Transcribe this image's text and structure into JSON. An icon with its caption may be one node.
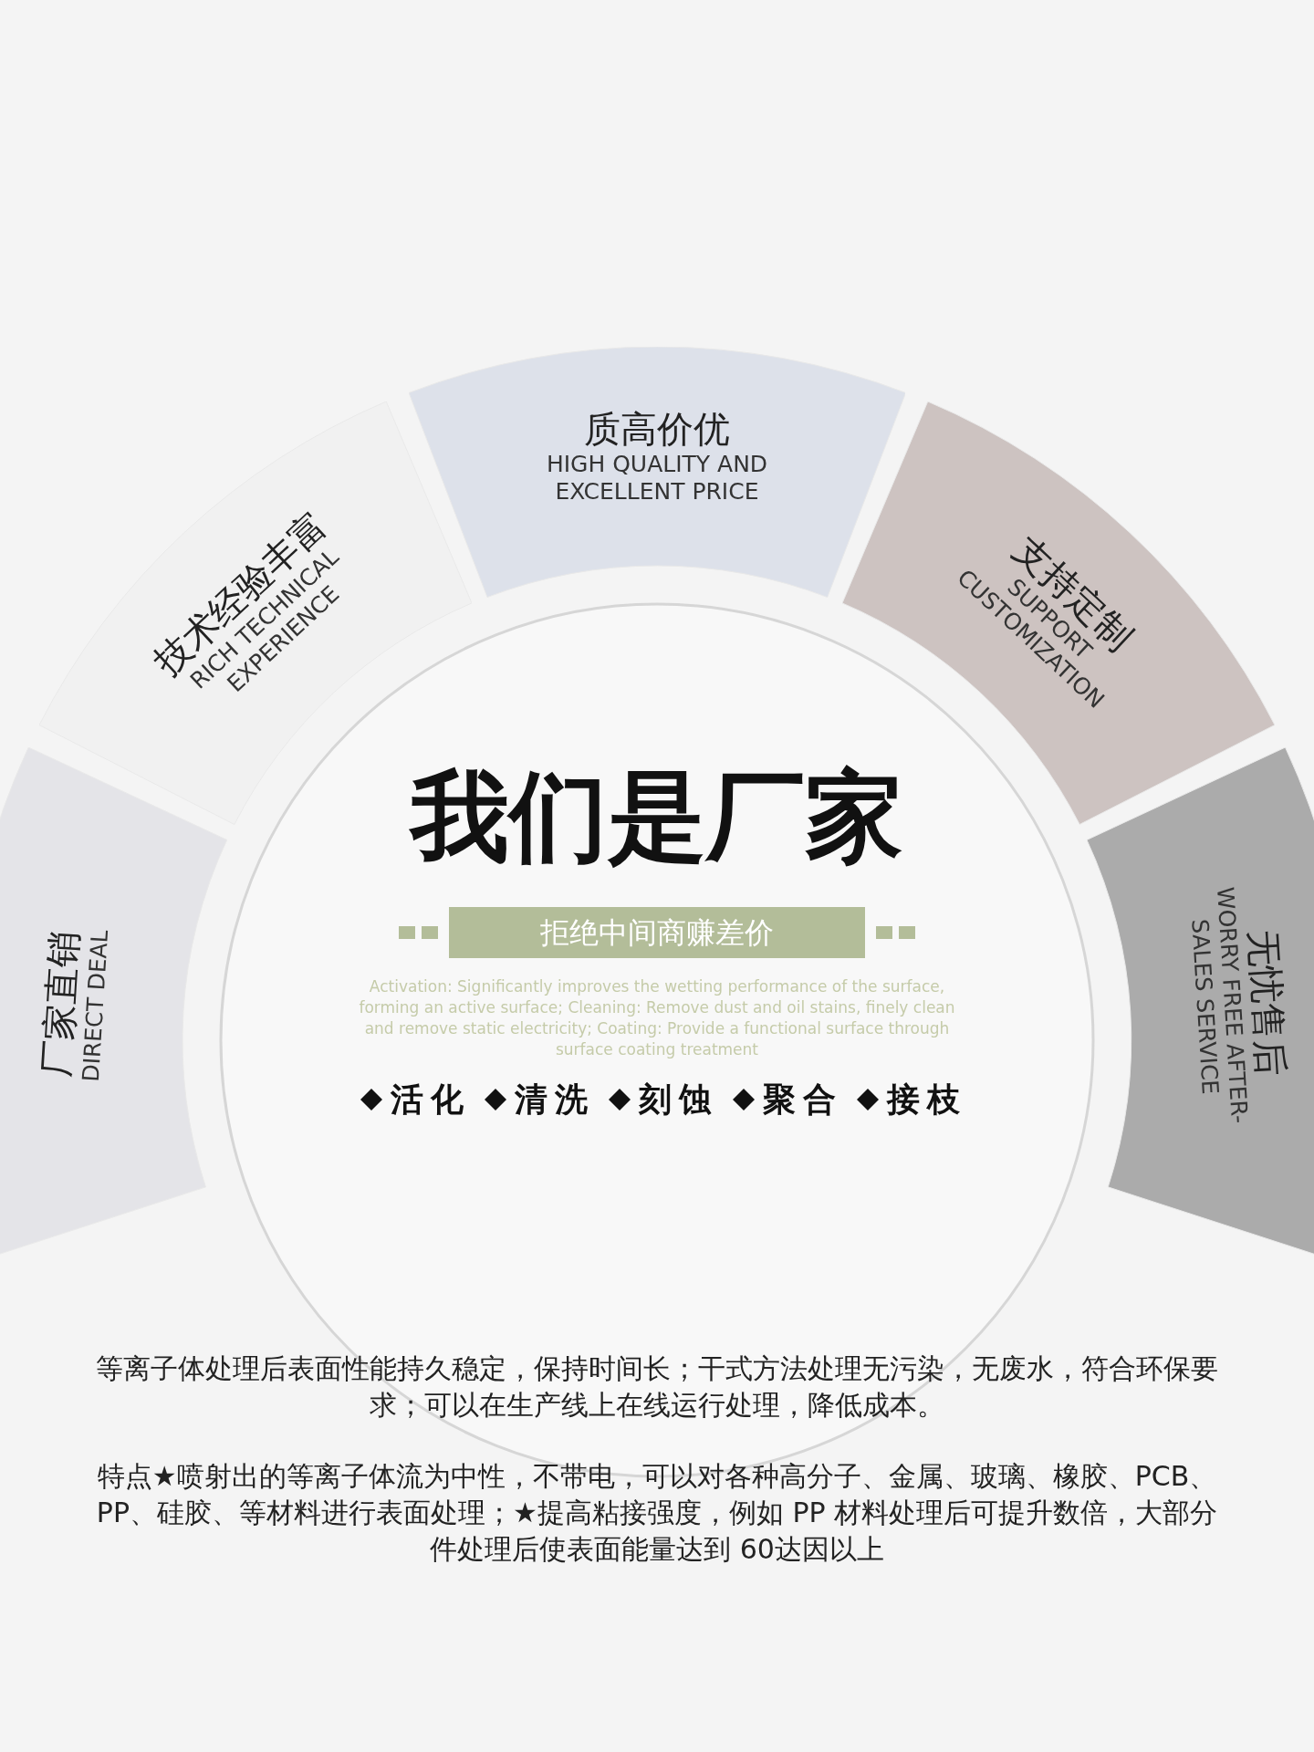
{
  "diagram": {
    "title": "我们是厂家",
    "nodes": [
      {
        "text": [
          "厂家直销",
          "DIRECT DEAL"
        ]
      },
      {
        "text": [
          "技术经验丰富",
          "RICH TECHNICAL EXPERIENCE"
        ]
      },
      {
        "text": [
          "质高价优",
          "HIGH QUALITY AND EXCELLENT PRICE"
        ]
      },
      {
        "text": [
          "支持定制",
          "SUPPORT CUSTOMIZATION"
        ]
      },
      {
        "text": [
          "无忧售后",
          "WORRY FREE AFTER-SALES SERVICE"
        ]
      },
      {
        "text": [
          "拒绝中间商赚差价"
        ]
      }
    ],
    "labels": [
      "Activation: Significantly improves the wetting performance of the surface, forming an active surface; Cleaning: Remove dust and oil stains, finely clean and remove static electricity; Coating: Provide a functional surface through surface coating treatment",
      "活化",
      "清洗",
      "刻蚀",
      "聚合",
      "接枝",
      "等离子体处理后表面性能持久稳定，保持时间长；干式方法处理无污染，无废水，符合环保要求；可以在生产线上在线运行处理，降低成本。",
      "特点★喷射出的等离子体流为中性，不带电，可以对各种高分子、金属、玻璃、橡胶、PCB、PP、硅胶、等材料进行表面处理；★提高粘接强度，例如 PP 材料处理后可提升数倍，大部分件处理后使表面能量达到 60达因以上"
    ]
  }
}
